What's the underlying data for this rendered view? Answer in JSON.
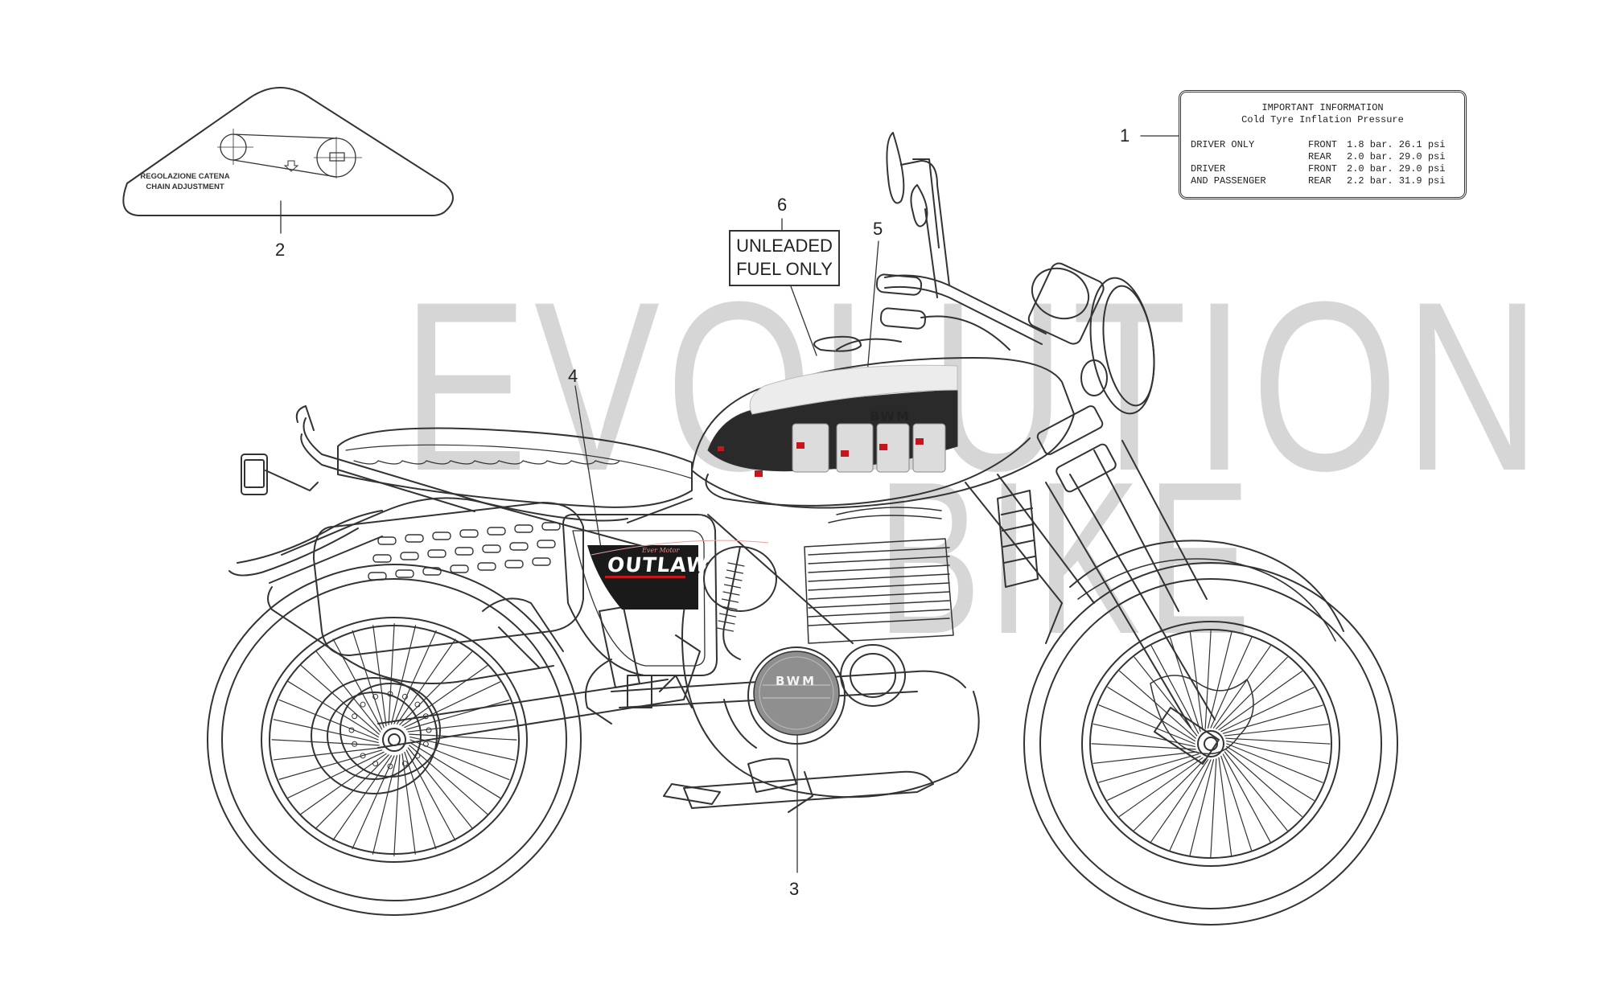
{
  "watermark": {
    "line1": "EVOLUTION",
    "line2": "BIKE"
  },
  "callouts": {
    "c1": "1",
    "c2": "2",
    "c3": "3",
    "c4": "4",
    "c5": "5",
    "c6": "6"
  },
  "info_label": {
    "title": "IMPORTANT INFORMATION",
    "subtitle": "Cold Tyre Inflation Pressure",
    "rows": [
      {
        "who": "DRIVER ONLY",
        "position": "FRONT",
        "value": "1.8 bar. 26.1 psi"
      },
      {
        "who": "",
        "position": "REAR",
        "value": "2.0 bar. 29.0 psi"
      },
      {
        "who": "DRIVER",
        "position": "FRONT",
        "value": "2.0 bar. 29.0 psi"
      },
      {
        "who": "AND PASSENGER",
        "position": "REAR",
        "value": "2.2 bar. 31.9 psi"
      }
    ]
  },
  "chain_label": {
    "line1": "REGOLAZIONE CATENA",
    "line2": "CHAIN ADJUSTMENT"
  },
  "fuel_label": {
    "line1": "UNLEADED",
    "line2": "FUEL ONLY"
  },
  "side_panel_decal": {
    "brand": "OUTLAW",
    "small": "Ever Motor"
  },
  "tank_logo": "BWM",
  "engine_cover_logo": "BWM",
  "colors": {
    "line": "#333333",
    "watermark": "#d6d6d6",
    "decal_dark": "#1a1a1a",
    "decal_red": "#c4161c",
    "decal_grey": "#9a9a9a",
    "tank_band": "#2a2a2a",
    "engine_cover": "#8f8f8f"
  }
}
